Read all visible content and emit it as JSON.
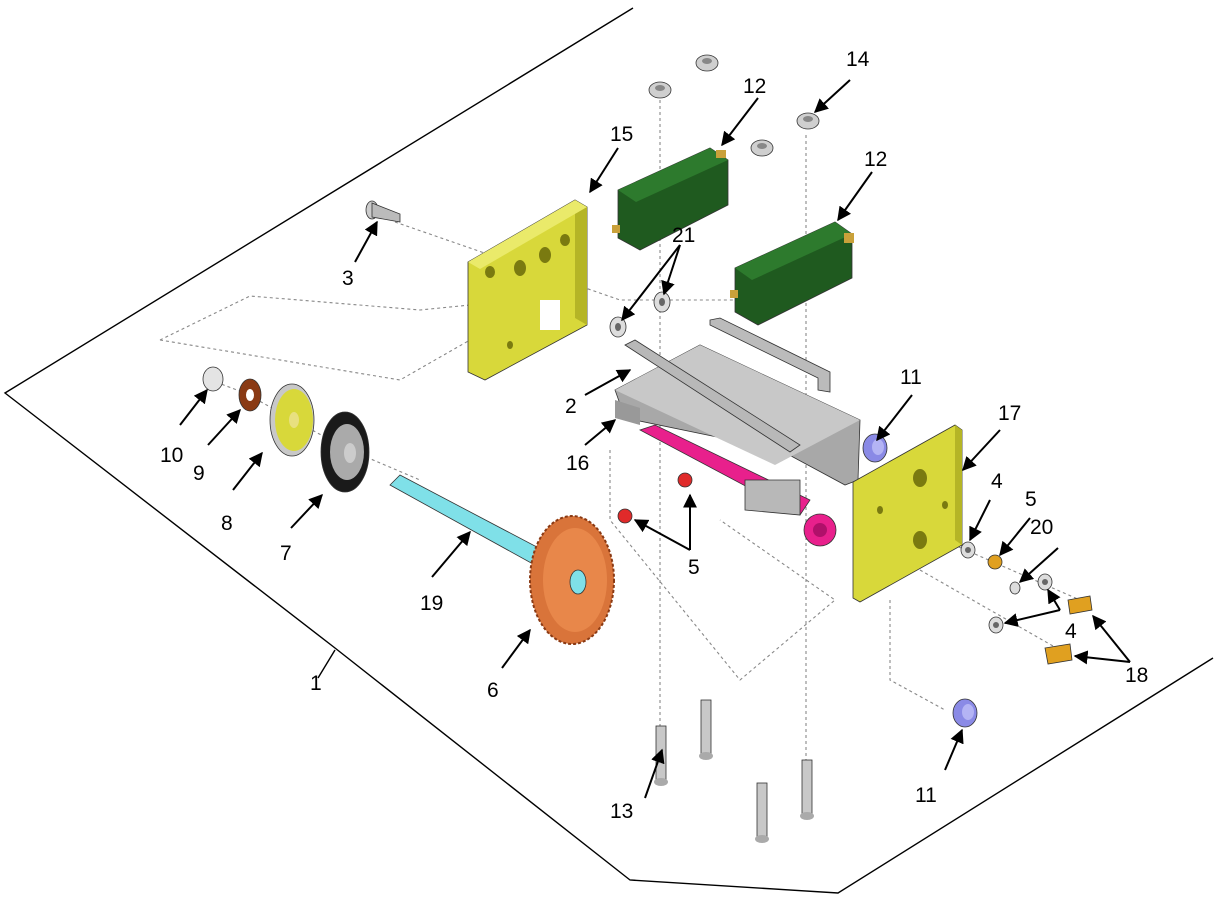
{
  "colors": {
    "plate_yellow": "#d8d83a",
    "motor_green": "#1f5a1f",
    "shaft_cyan": "#7fe0e8",
    "gear_orange": "#d9743a",
    "pink_shaft": "#e8208c",
    "knob_blue": "#8a8ae6",
    "screw_red": "#e02a2a",
    "screw_gold": "#e0a020",
    "frame_gray": "#a8a8a8"
  },
  "callouts": [
    "1",
    "2",
    "3",
    "4",
    "4",
    "5",
    "5",
    "6",
    "7",
    "8",
    "9",
    "10",
    "11",
    "11",
    "12",
    "12",
    "13",
    "14",
    "15",
    "16",
    "17",
    "18",
    "19",
    "20",
    "21"
  ]
}
